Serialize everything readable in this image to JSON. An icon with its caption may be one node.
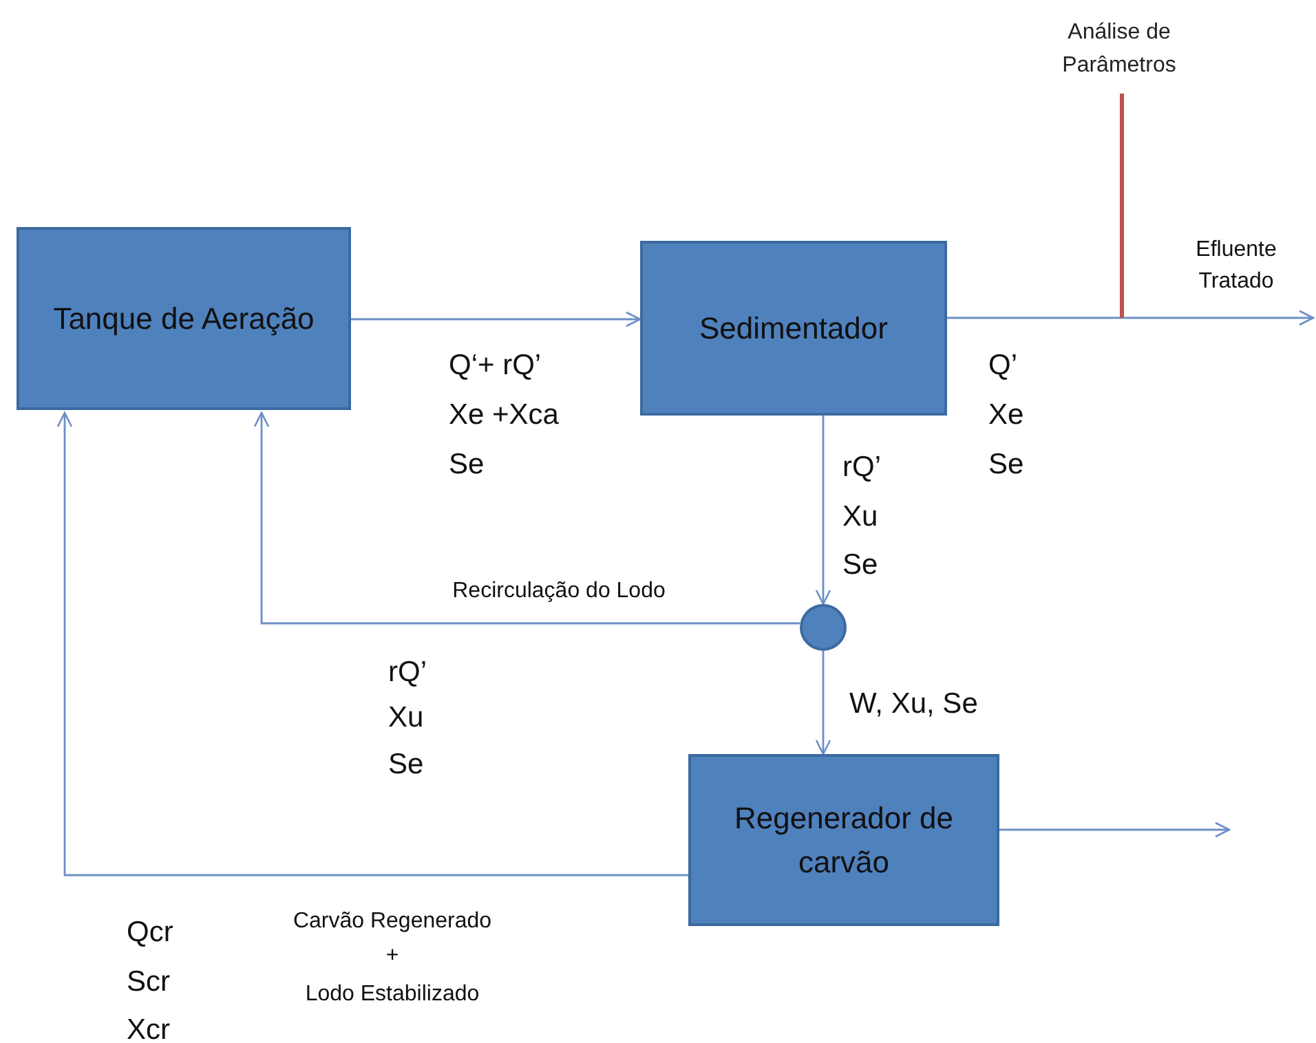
{
  "diagram": {
    "nodes": [
      {
        "text": [
          "Tanque de Aeração"
        ]
      },
      {
        "text": [
          "Sedimentador"
        ]
      },
      {
        "text": [],
        "shape": "circle"
      },
      {
        "text": [
          "Regenerador de carvão"
        ]
      },
      {
        "text": [
          "Análise de Parâmetros"
        ]
      }
    ],
    "edges": [
      {
        "from": 0,
        "to": 1,
        "arrow": "to"
      },
      {
        "from": 1,
        "to": null,
        "arrow": "to"
      },
      {
        "from": 1,
        "to": 2,
        "arrow": "to"
      },
      {
        "from": 2,
        "to": 0,
        "arrow": "to"
      },
      {
        "from": 2,
        "to": 3,
        "arrow": "to"
      },
      {
        "from": 3,
        "to": null,
        "arrow": "to"
      },
      {
        "from": 3,
        "to": 0,
        "arrow": "to"
      },
      {
        "from": 4,
        "to": null,
        "arrow": "none",
        "style": "thick",
        "color": "#c0504d"
      }
    ],
    "labels": [
      "Efluente Tratado",
      "Q‘+ rQ’",
      "Xe +Xca",
      "Se",
      "Q’",
      "Xe",
      "Se",
      "rQ’",
      "Xu",
      "Se",
      "Recirculação do Lodo",
      "W, Xu, Se",
      "rQ’",
      "Xu",
      "Se",
      "Carvão Regenerado",
      "+",
      "Lodo Estabilizado",
      "Qcr",
      "Scr",
      "Xcr"
    ]
  }
}
